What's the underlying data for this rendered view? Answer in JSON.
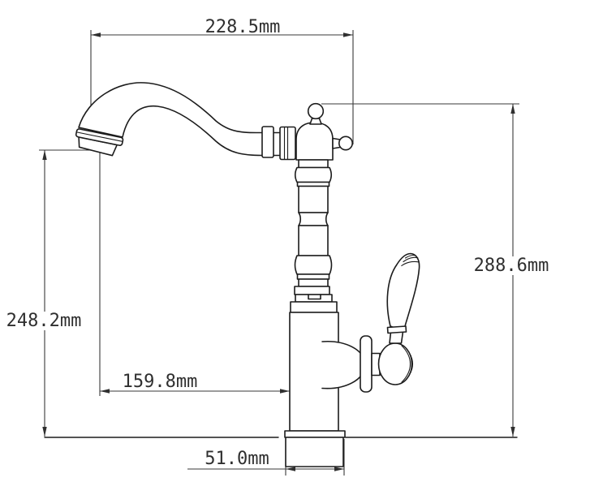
{
  "colors": {
    "background": "#ffffff",
    "object_line": "#1c1c1c",
    "dimension_line": "#3a3a3a",
    "text": "#2f2f2f"
  },
  "drawing": {
    "dimensions": {
      "spout_width": {
        "label": "228.5mm"
      },
      "overall_height": {
        "label": "288.6mm"
      },
      "spout_height": {
        "label": "248.2mm"
      },
      "spout_reach": {
        "label": "159.8mm"
      },
      "base_width": {
        "label": "51.0mm"
      }
    }
  }
}
